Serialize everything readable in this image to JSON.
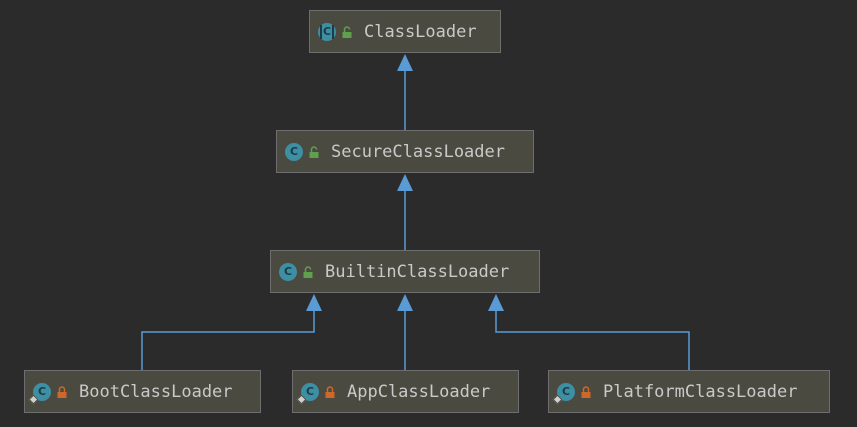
{
  "colors": {
    "background": "#2b2b2b",
    "node_fill": "#4b4a40",
    "node_border": "#6e6e6e",
    "edge": "#5b9bd5",
    "class_icon": "#3d8fa3",
    "public_lock": "#5fa04e",
    "private_lock": "#d0672a"
  },
  "diagram": {
    "nodes": [
      {
        "id": "classloader",
        "label": "ClassLoader",
        "icon": "abstract-class-icon",
        "visibility": "public-lock-icon"
      },
      {
        "id": "secure",
        "label": "SecureClassLoader",
        "icon": "class-icon",
        "visibility": "public-lock-icon"
      },
      {
        "id": "builtin",
        "label": "BuiltinClassLoader",
        "icon": "class-icon",
        "visibility": "public-lock-icon"
      },
      {
        "id": "boot",
        "label": "BootClassLoader",
        "icon": "static-class-icon",
        "visibility": "private-lock-icon"
      },
      {
        "id": "app",
        "label": "AppClassLoader",
        "icon": "static-class-icon",
        "visibility": "private-lock-icon"
      },
      {
        "id": "platform",
        "label": "PlatformClassLoader",
        "icon": "static-class-icon",
        "visibility": "private-lock-icon"
      }
    ],
    "edges": [
      {
        "from": "secure",
        "to": "classloader",
        "type": "extends"
      },
      {
        "from": "builtin",
        "to": "secure",
        "type": "extends"
      },
      {
        "from": "boot",
        "to": "builtin",
        "type": "extends"
      },
      {
        "from": "app",
        "to": "builtin",
        "type": "extends"
      },
      {
        "from": "platform",
        "to": "builtin",
        "type": "extends"
      }
    ]
  }
}
